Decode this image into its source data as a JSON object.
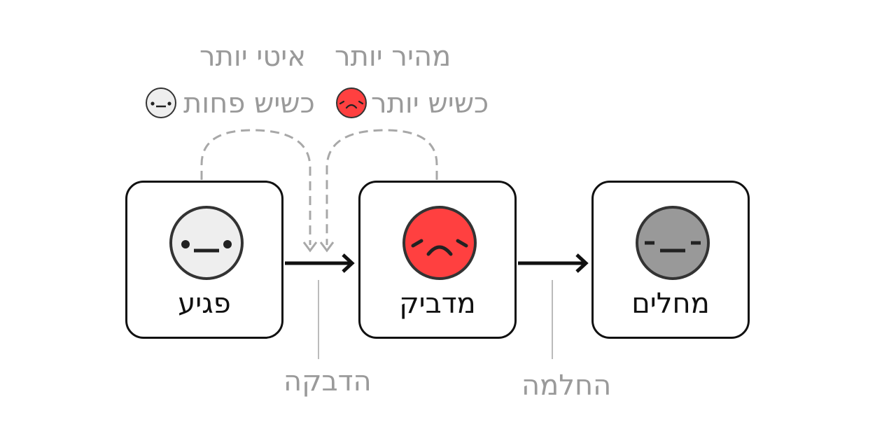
{
  "nodes": [
    {
      "id": "susceptible",
      "label": "פגיע",
      "face": "neutral",
      "color": "#eeeeee"
    },
    {
      "id": "infected",
      "label": "מדביק",
      "face": "sad",
      "color": "#ff4040"
    },
    {
      "id": "recovered",
      "label": "מחלים",
      "face": "neutral-dashes",
      "color": "#999999"
    }
  ],
  "transitions": {
    "infection": "הדבקה",
    "recovery": "החלמה"
  },
  "annotations": {
    "slower": {
      "line1": "איטי יותר",
      "line2": "כשיש פחות"
    },
    "faster": {
      "line1": "מהיר יותר",
      "line2": "כשיש יותר"
    }
  },
  "colors": {
    "outline": "#111111",
    "annotation": "#9a9a9a",
    "infected": "#ff4040",
    "susceptible": "#eeeeee",
    "recovered": "#999999"
  }
}
